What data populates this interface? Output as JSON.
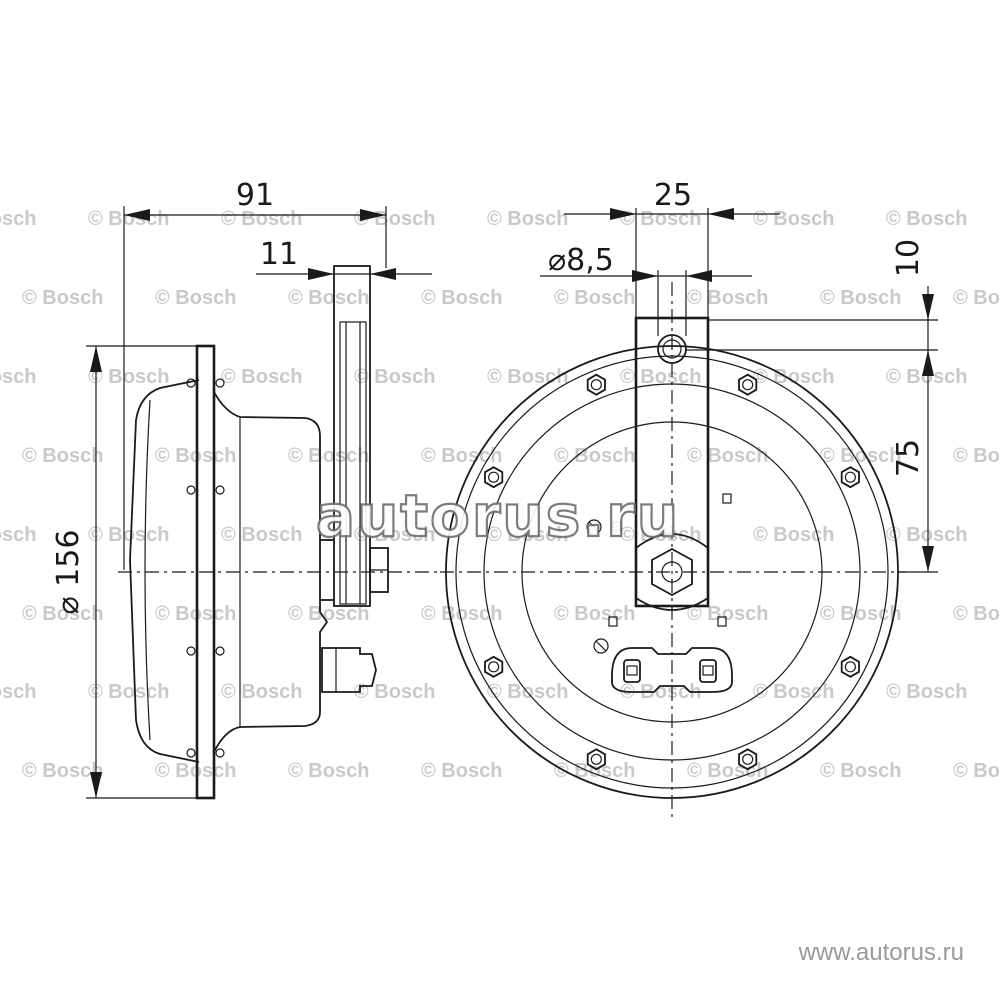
{
  "dimensions": {
    "overall_depth": "91",
    "bracket_thickness": "11",
    "diameter": "⌀ 156",
    "bracket_width": "25",
    "hole_diameter": "⌀8,5",
    "hole_offset": "10",
    "center_height": "75"
  },
  "watermark": {
    "repeat_text": "© Bosch",
    "main_text": "autorus.ru",
    "url_text": "www.autorus.ru"
  }
}
